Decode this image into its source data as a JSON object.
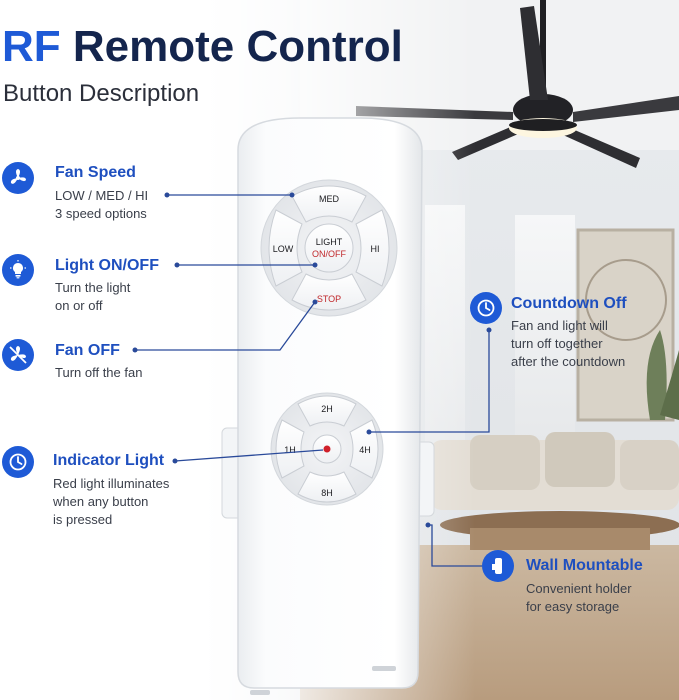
{
  "title": {
    "accent": "RF",
    "rest": "Remote Control"
  },
  "subtitle": "Button Description",
  "features": {
    "fan_speed": {
      "heading": "Fan Speed",
      "line1": "LOW / MED / HI",
      "line2": "3 speed options",
      "icon": "fan-icon"
    },
    "light_onoff": {
      "heading": "Light ON/OFF",
      "line1": "Turn the light",
      "line2": "on or off",
      "icon": "bulb-icon"
    },
    "fan_off": {
      "heading": "Fan OFF",
      "line1": "Turn off the fan",
      "icon": "fan-off-icon"
    },
    "indicator_light": {
      "heading": "Indicator Light",
      "line1": "Red light illuminates",
      "line2": "when any button",
      "line3": "is pressed",
      "icon": "clock-icon"
    },
    "countdown_off": {
      "heading": "Countdown Off",
      "line1": "Fan and light will",
      "line2": "turn off together",
      "line3": "after the countdown",
      "icon": "timer-icon"
    },
    "wall_mountable": {
      "heading": "Wall Mountable",
      "line1": "Convenient holder",
      "line2": "for easy storage",
      "icon": "wall-mount-icon"
    }
  },
  "remote": {
    "top_pad": {
      "med": "MED",
      "low": "LOW",
      "hi": "HI",
      "center_line1": "LIGHT",
      "center_line2": "ON/OFF",
      "stop": "STOP"
    },
    "timer_pad": {
      "top": "2H",
      "left": "1H",
      "right": "4H",
      "bottom": "8H"
    }
  },
  "colors": {
    "brand_blue": "#1e5ad6",
    "title_navy": "#14254d",
    "stop_red": "#c0282b",
    "indicator_red": "#d0202a"
  }
}
